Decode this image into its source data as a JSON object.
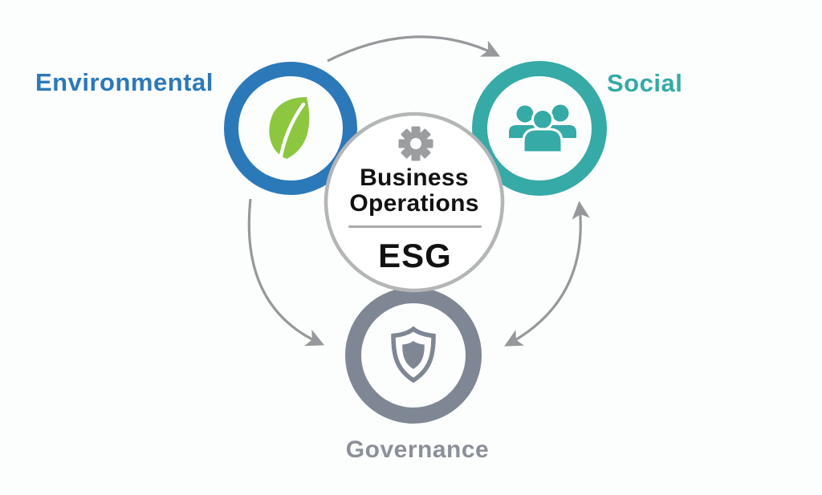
{
  "diagram": {
    "type": "cycle-diagram",
    "center": {
      "title_line1": "Business",
      "title_line2": "Operations",
      "subtitle": "ESG",
      "icon": "gear-icon"
    },
    "nodes": [
      {
        "label": "Environmental",
        "icon": "leaf-icon",
        "color": "#2b79b9",
        "position": "top-left"
      },
      {
        "label": "Social",
        "icon": "people-icon",
        "color": "#35aaa6",
        "position": "top-right"
      },
      {
        "label": "Governance",
        "icon": "shield-icon",
        "color": "#7e8793",
        "position": "bottom-center"
      }
    ],
    "arrows": [
      {
        "from": "Environmental",
        "to": "Social",
        "bidirectional": false,
        "shape": "arc-over-top"
      },
      {
        "from": "Environmental",
        "to": "Governance",
        "bidirectional": false,
        "shape": "arc-left-side"
      },
      {
        "from": "Social",
        "to": "Governance",
        "bidirectional": true,
        "shape": "arc-right-side"
      }
    ]
  },
  "colors": {
    "bg": "#fcfdfd",
    "env": "#2b79b9",
    "leaf": "#8dc63f",
    "social": "#35aaa6",
    "gov": "#7e8793",
    "gov_text": "#8b9098",
    "center_ring": "#b3b5b7",
    "gear": "#9b9da0",
    "arrow": "#96989b",
    "divider": "#a8aaac",
    "text": "#111111"
  }
}
